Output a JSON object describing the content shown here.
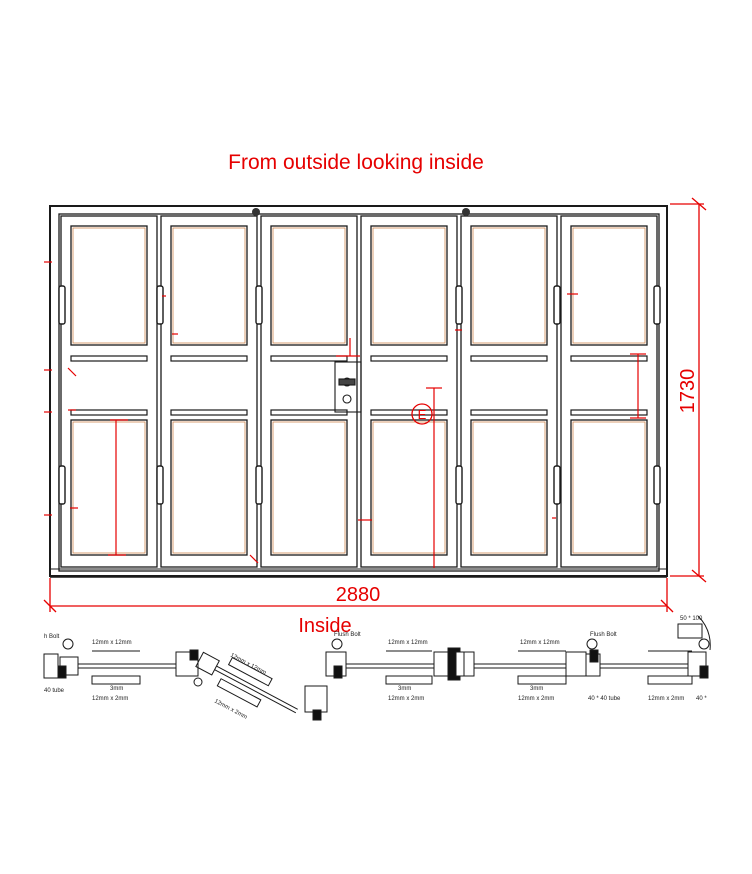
{
  "title": "From outside looking inside",
  "dimensions": {
    "height": "1730",
    "width": "2880"
  },
  "section_label": "Inside",
  "section_notes": [
    "h Bolt",
    "12mm x 12mm",
    "40 tube",
    "12mm x 2mm",
    "3mm",
    "12mm x 12mm",
    "12mm x 2mm",
    "Flush Bolt",
    "12mm x 12mm",
    "3mm",
    "12mm x 2mm",
    "12mm x 12mm",
    "Flush Bolt",
    "3mm",
    "12mm x 2mm",
    "40 * 40 tube",
    "50 * 100",
    "12mm x 2mm",
    "40 *"
  ],
  "handle_marker": "E",
  "colors": {
    "frame": "#1a1a1a",
    "dimension": "#e60000",
    "glazing": "#c8783c"
  },
  "panel_count": 6
}
